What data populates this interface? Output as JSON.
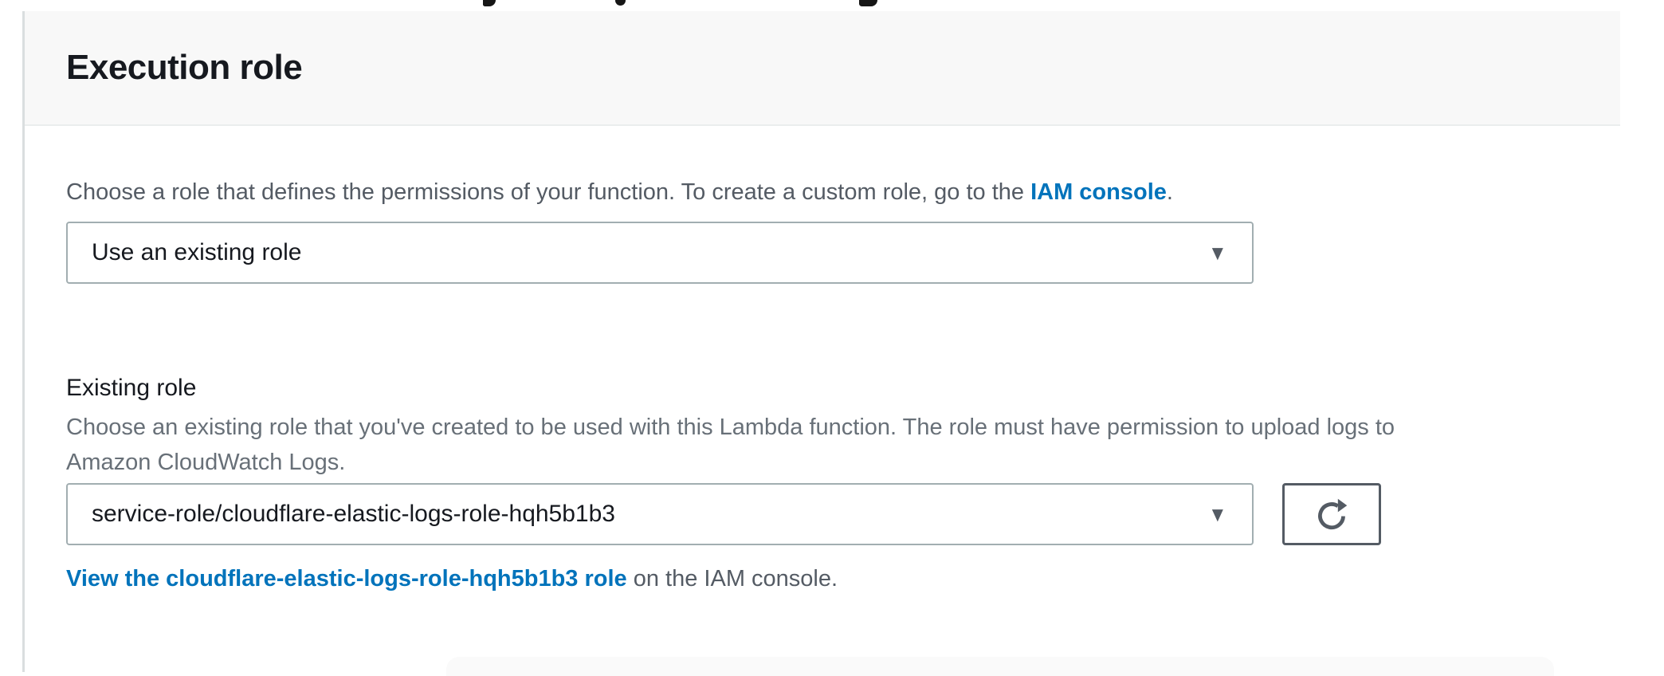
{
  "colors": {
    "page_bg": "#ffffff",
    "header_bg": "#f8f8f8",
    "divider": "#eaeded",
    "text_dark": "#16191f",
    "text_gray": "#545b64",
    "link": "#0073bb",
    "select_border": "#a2aeb1"
  },
  "icons": {
    "dropdown_arrow": "▼"
  },
  "panel": {
    "title": "Execution role",
    "role_type": {
      "description_prefix": "Choose a role that defines the permissions of your function. To create a custom role, go to the ",
      "iam_console_link": "IAM console",
      "description_suffix": ".",
      "selected": "Use an existing role"
    },
    "existing_role": {
      "label": "Existing role",
      "description_lines": [
        "Choose an existing role that you've created to be used with this Lambda function. The role must have permission to upload logs to",
        "Amazon CloudWatch Logs."
      ],
      "selected": "service-role/cloudflare-elastic-logs-role-hqh5b1b3",
      "view_link": "View the cloudflare-elastic-logs-role-hqh5b1b3 role",
      "view_link_suffix": " on the IAM console."
    }
  }
}
